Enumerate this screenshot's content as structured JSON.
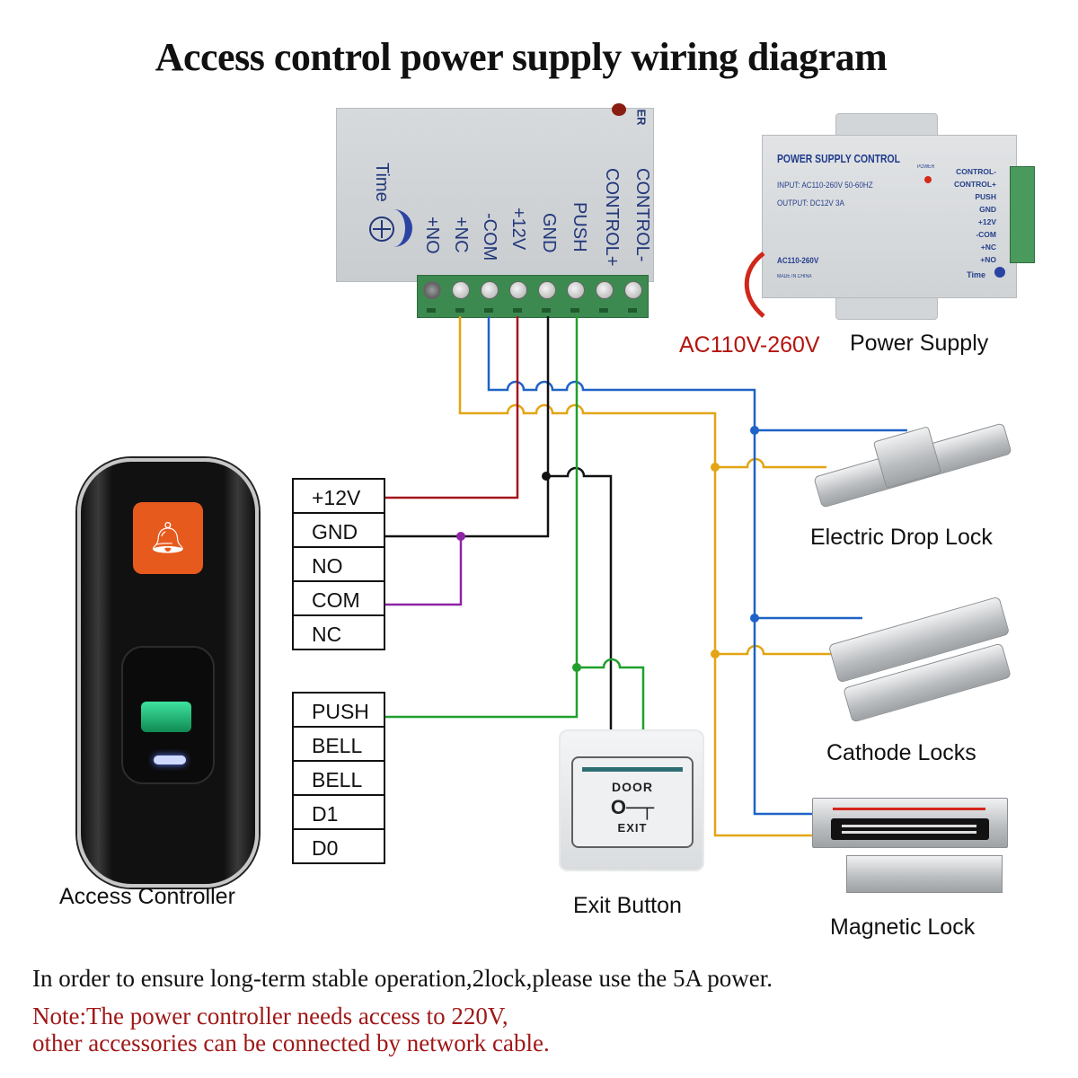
{
  "title": "Access control power supply wiring diagram",
  "power_controller": {
    "terminal_labels": [
      "+NO",
      "+NC",
      "-COM",
      "+12V",
      "GND",
      "PUSH",
      "CONTROL+",
      "CONTROL-"
    ],
    "time_label": "Time",
    "corner_label": "ER"
  },
  "power_supply_photo": {
    "heading": "POWER SUPPLY CONTROL",
    "input": "INPUT: AC110-260V 50-60HZ",
    "output": "OUTPUT: DC12V  3A",
    "power_led_label": "POWER",
    "ac_label": "AC110-260V",
    "made_in": "MADE IN CHINA",
    "time_label": "Time",
    "pins": [
      "CONTROL-",
      "CONTROL+",
      "PUSH",
      "GND",
      "+12V",
      "-COM",
      "+NC",
      "+NO"
    ]
  },
  "ac_input_label": "AC110V-260V",
  "power_supply_label": "Power Supply",
  "controller_terminals_top": [
    "+12V",
    "GND",
    "NO",
    "COM",
    "NC"
  ],
  "controller_terminals_bottom": [
    "PUSH",
    "BELL",
    "BELL",
    "D1",
    "D0"
  ],
  "access_controller_label": "Access Controller",
  "exit_button": {
    "door_text": "DOOR",
    "key_glyph": "O─┬",
    "exit_text": "EXIT",
    "label": "Exit Button"
  },
  "locks": {
    "electric_drop": "Electric Drop Lock",
    "cathode": "Cathode Locks",
    "magnetic": "Magnetic Lock"
  },
  "wire_colors": {
    "red": "#a3161b",
    "black": "#111111",
    "blue": "#1f63c6",
    "yellow": "#e3a514",
    "green": "#1fa02c",
    "purple": "#8e23a6"
  },
  "notes": {
    "line1": "In order to ensure long-term stable operation,2lock,please use the 5A power.",
    "line2": "Note:The power controller needs access to 220V,",
    "line3": "other accessories can be connected by network cable."
  }
}
